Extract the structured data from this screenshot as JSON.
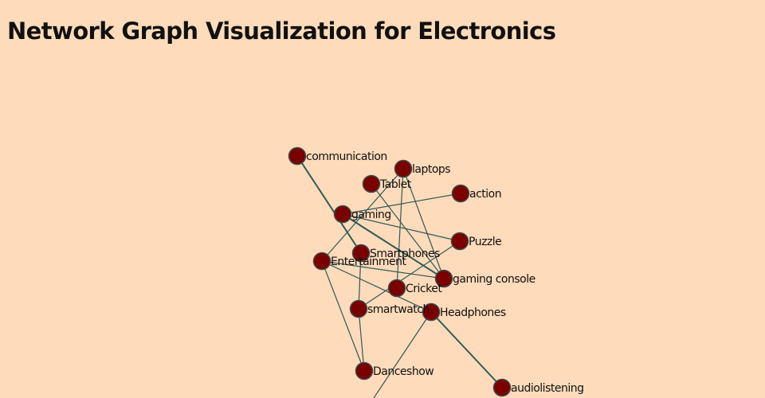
{
  "title": "Network Graph Visualization for Electronics",
  "colors": {
    "background": "#fedbba",
    "node": "#7a0000",
    "edge": "#2f5a57"
  },
  "nodes": [
    {
      "id": "communication",
      "label": "communication"
    },
    {
      "id": "laptops",
      "label": "laptops"
    },
    {
      "id": "Tablet",
      "label": "Tablet"
    },
    {
      "id": "action",
      "label": "action"
    },
    {
      "id": "gaming",
      "label": "gaming"
    },
    {
      "id": "Puzzle",
      "label": "Puzzle"
    },
    {
      "id": "Smartphones",
      "label": "Smartphones"
    },
    {
      "id": "Entertainment",
      "label": "Entertainment"
    },
    {
      "id": "gaming_console",
      "label": "gaming console"
    },
    {
      "id": "Cricket",
      "label": "Cricket"
    },
    {
      "id": "smartwatch",
      "label": "smartwatch"
    },
    {
      "id": "Headphones",
      "label": "Headphones"
    },
    {
      "id": "Danceshow",
      "label": "Danceshow"
    },
    {
      "id": "audiolistening",
      "label": "audiolistening"
    },
    {
      "id": "offscreen",
      "label": ""
    }
  ],
  "edges": [
    {
      "source": "communication",
      "target": "Smartphones",
      "weight": 2
    },
    {
      "source": "laptops",
      "target": "Entertainment",
      "weight": 1
    },
    {
      "source": "laptops",
      "target": "Cricket",
      "weight": 1
    },
    {
      "source": "laptops",
      "target": "gaming_console",
      "weight": 1
    },
    {
      "source": "Tablet",
      "target": "gaming_console",
      "weight": 1
    },
    {
      "source": "gaming",
      "target": "action",
      "weight": 1
    },
    {
      "source": "gaming",
      "target": "Puzzle",
      "weight": 1
    },
    {
      "source": "gaming",
      "target": "gaming_console",
      "weight": 2
    },
    {
      "source": "Entertainment",
      "target": "gaming_console",
      "weight": 1
    },
    {
      "source": "Entertainment",
      "target": "Headphones",
      "weight": 1
    },
    {
      "source": "Entertainment",
      "target": "Danceshow",
      "weight": 1
    },
    {
      "source": "Puzzle",
      "target": "smartwatch",
      "weight": 1
    },
    {
      "source": "Smartphones",
      "target": "smartwatch",
      "weight": 1
    },
    {
      "source": "smartwatch",
      "target": "Danceshow",
      "weight": 1
    },
    {
      "source": "Headphones",
      "target": "audiolistening",
      "weight": 2
    },
    {
      "source": "Headphones",
      "target": "offscreen",
      "weight": 1
    }
  ]
}
